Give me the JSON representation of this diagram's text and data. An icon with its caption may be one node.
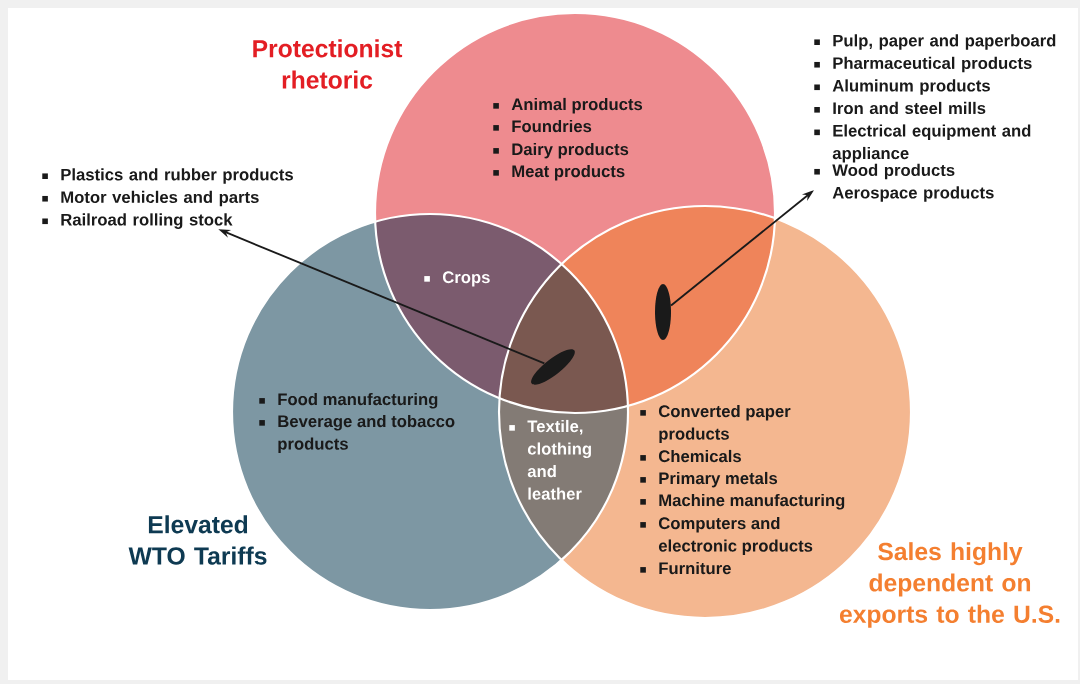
{
  "diagram": {
    "nodes": [
      {
        "text": [
          "Protectionist rhetoric"
        ]
      },
      {
        "text": [
          "Elevated WTO Tariffs"
        ]
      },
      {
        "text": [
          "Sales highly dependent on exports to the U.S."
        ]
      },
      {
        "text": [
          "Plastics and rubber products",
          "Motor vehicles and parts",
          "Railroad rolling stock"
        ]
      },
      {
        "text": [
          "Pulp, paper and paperboard",
          "Pharmaceutical products",
          "Aluminum products",
          "Iron and steel mills",
          "Electrical equipment and appliance",
          "Wood products",
          "Aerospace products"
        ]
      },
      {
        "text": [],
        "shape": "ellipse"
      },
      {
        "text": [],
        "shape": "ellipse"
      }
    ],
    "edges": [
      {
        "from": 5,
        "to": 3,
        "arrow": "to"
      },
      {
        "from": 6,
        "to": 4,
        "arrow": "to"
      }
    ],
    "labels": [
      "Animal products",
      "Foundries",
      "Dairy products",
      "Meat products",
      "Crops",
      "Food manufacturing",
      "Beverage and tobacco products",
      "Textile, clothing and leather",
      "Converted paper products",
      "Chemicals",
      "Primary metals",
      "Machine manufacturing",
      "Computers and electronic products",
      "Furniture"
    ]
  }
}
